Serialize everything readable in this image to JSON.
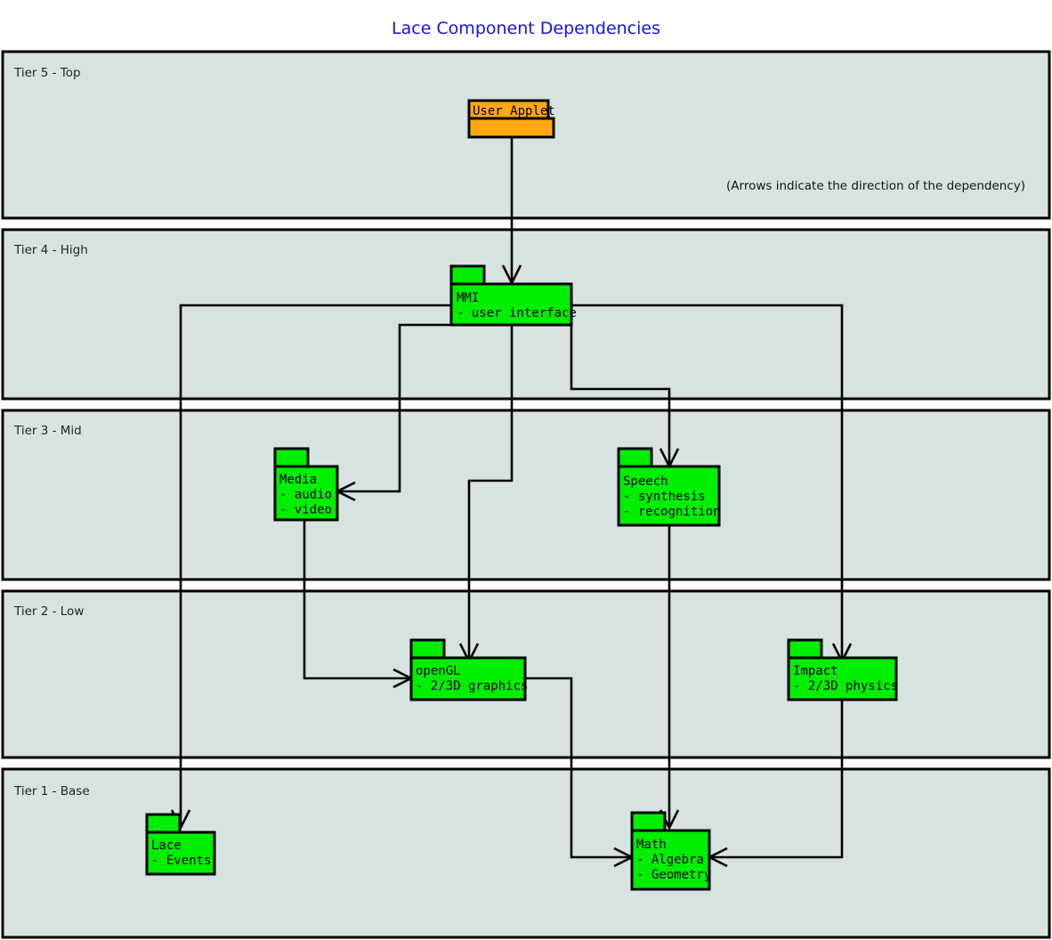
{
  "title": "Lace Component Dependencies",
  "note": "(Arrows indicate the direction of the dependency)",
  "colors": {
    "title": "#1414e6",
    "tier_fill": "#d7e3e1",
    "tier_stroke": "#000000",
    "package_green": "#00ee00",
    "package_orange": "#ffa812",
    "connector": "#000000",
    "background": "#ffffff"
  },
  "tiers": [
    {
      "id": "tier5",
      "label": "Tier 5 - Top"
    },
    {
      "id": "tier4",
      "label": "Tier 4 - High"
    },
    {
      "id": "tier3",
      "label": "Tier 3 - Mid"
    },
    {
      "id": "tier2",
      "label": "Tier 2 - Low"
    },
    {
      "id": "tier1",
      "label": "Tier 1 - Base"
    }
  ],
  "packages": [
    {
      "id": "user-applet",
      "name": "User Applet",
      "items": [],
      "tier": "Tier 5 - Top",
      "color": "#ffa812"
    },
    {
      "id": "mmi",
      "name": "MMI",
      "items": [
        "- user interface"
      ],
      "tier": "Tier 4 - High",
      "color": "#00ee00"
    },
    {
      "id": "media",
      "name": "Media",
      "items": [
        "- audio",
        "- video"
      ],
      "tier": "Tier 3 - Mid",
      "color": "#00ee00"
    },
    {
      "id": "speech",
      "name": "Speech",
      "items": [
        "- synthesis",
        "- recognition"
      ],
      "tier": "Tier 3 - Mid",
      "color": "#00ee00"
    },
    {
      "id": "opengl",
      "name": "openGL",
      "items": [
        "- 2/3D graphics"
      ],
      "tier": "Tier 2 - Low",
      "color": "#00ee00"
    },
    {
      "id": "impact",
      "name": "Impact",
      "items": [
        "- 2/3D physics"
      ],
      "tier": "Tier 2 - Low",
      "color": "#00ee00"
    },
    {
      "id": "lace",
      "name": "Lace",
      "items": [
        "- Events"
      ],
      "tier": "Tier 1 - Base",
      "color": "#00ee00"
    },
    {
      "id": "math",
      "name": "Math",
      "items": [
        "- Algebra",
        "- Geometry"
      ],
      "tier": "Tier 1 - Base",
      "color": "#00ee00"
    }
  ],
  "dependencies": [
    {
      "from": "User Applet",
      "to": "MMI"
    },
    {
      "from": "MMI",
      "to": "Media"
    },
    {
      "from": "MMI",
      "to": "Speech"
    },
    {
      "from": "MMI",
      "to": "openGL"
    },
    {
      "from": "MMI",
      "to": "Lace"
    },
    {
      "from": "MMI",
      "to": "Impact"
    },
    {
      "from": "Media",
      "to": "openGL"
    },
    {
      "from": "Speech",
      "to": "Math"
    },
    {
      "from": "openGL",
      "to": "Math"
    },
    {
      "from": "Impact",
      "to": "Math"
    }
  ],
  "labels": {
    "user_applet_name": "User Applet",
    "mmi_name": "MMI",
    "mmi_item1": "- user interface",
    "media_name": "Media",
    "media_item1": "- audio",
    "media_item2": "- video",
    "speech_name": "Speech",
    "speech_item1": "- synthesis",
    "speech_item2": "- recognition",
    "opengl_name": "openGL",
    "opengl_item1": "- 2/3D graphics",
    "impact_name": "Impact",
    "impact_item1": "- 2/3D physics",
    "lace_name": "Lace",
    "lace_item1": "- Events",
    "math_name": "Math",
    "math_item1": "- Algebra",
    "math_item2": "- Geometry"
  }
}
